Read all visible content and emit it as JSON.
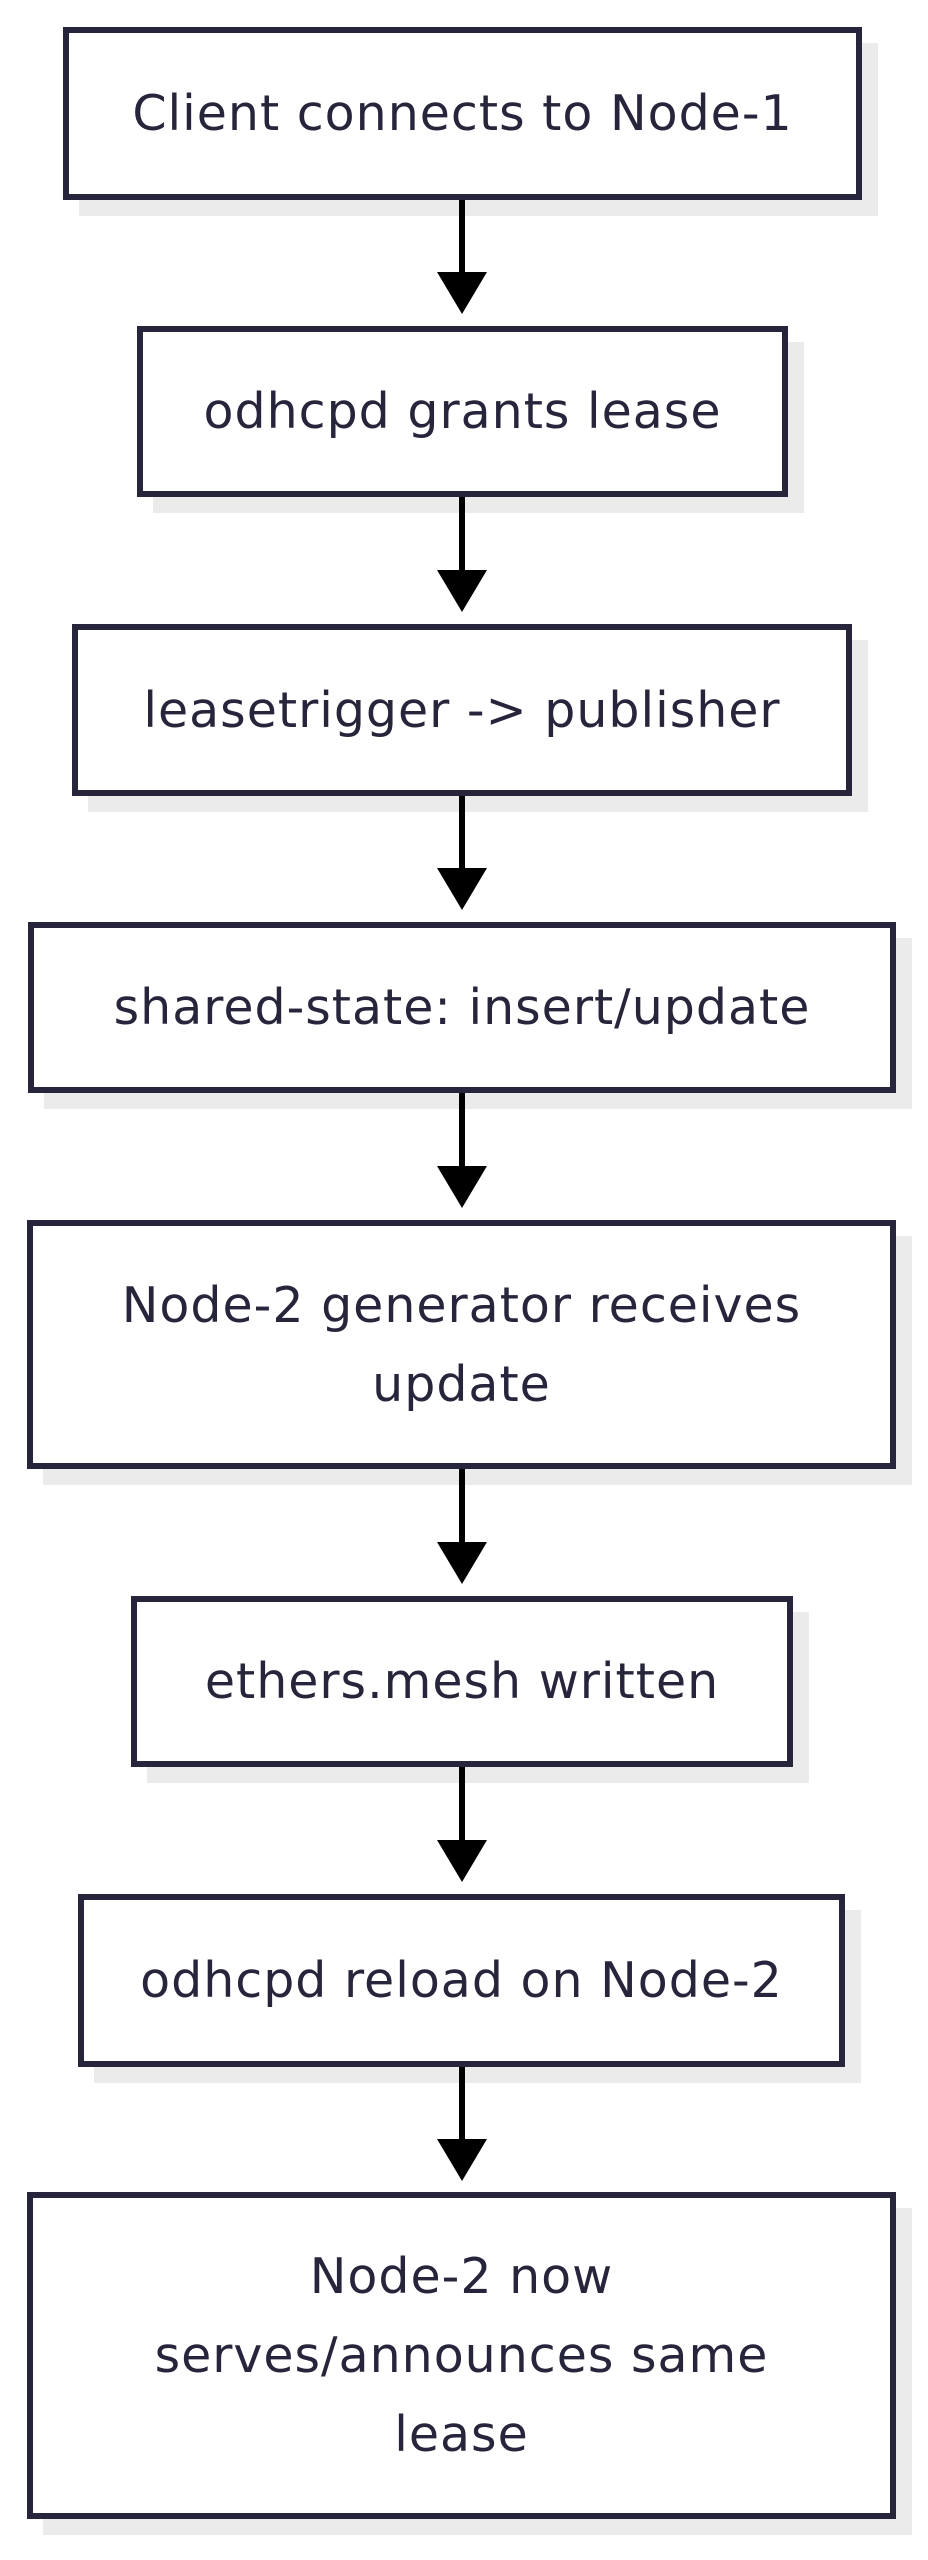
{
  "diagram": {
    "steps": [
      {
        "label": "Client connects to Node-1"
      },
      {
        "label": "odhcpd grants lease"
      },
      {
        "label": "leasetrigger -> publisher"
      },
      {
        "label": "shared-state: insert/update"
      },
      {
        "label": "Node-2 generator receives update"
      },
      {
        "label": "ethers.mesh written"
      },
      {
        "label": "odhcpd reload on Node-2"
      },
      {
        "label": "Node-2 now serves/announces same lease"
      }
    ]
  }
}
